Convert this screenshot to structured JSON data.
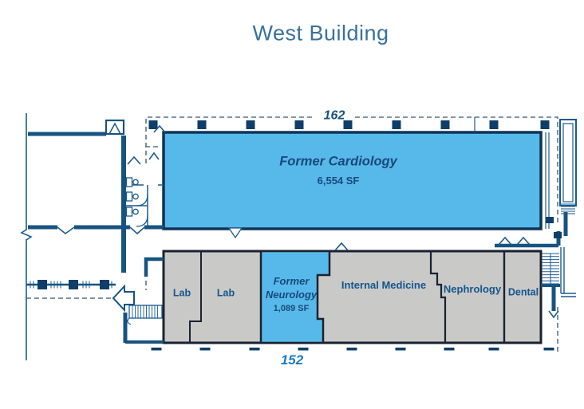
{
  "title": "West Building",
  "dimensions": {
    "top_width": "162",
    "bottom_width": "152"
  },
  "suites": {
    "cardiology": {
      "name": "Former Cardiology",
      "area": "6,554 SF",
      "status": "available"
    },
    "lab1": {
      "name": "Lab"
    },
    "lab2": {
      "name": "Lab"
    },
    "neurology": {
      "name_line1": "Former",
      "name_line2": "Neurology",
      "area": "1,089 SF",
      "status": "available"
    },
    "internal_medicine": {
      "name": "Internal Medicine"
    },
    "nephrology": {
      "name": "Nephrology"
    },
    "dental": {
      "name": "Dental"
    }
  },
  "colors": {
    "available_fill": "#57B9E9",
    "occupied_fill": "#C9C9C8",
    "wall_blue": "#1A5B8F",
    "wall_thick": "#175380",
    "outline_dark": "#1A2230",
    "column_fill": "#0F3E68",
    "label_blue": "#14568C",
    "dimension_top_color": "#1A5480",
    "dimension_bottom_color": "#1B7AC4",
    "title_color": "#38719E"
  }
}
